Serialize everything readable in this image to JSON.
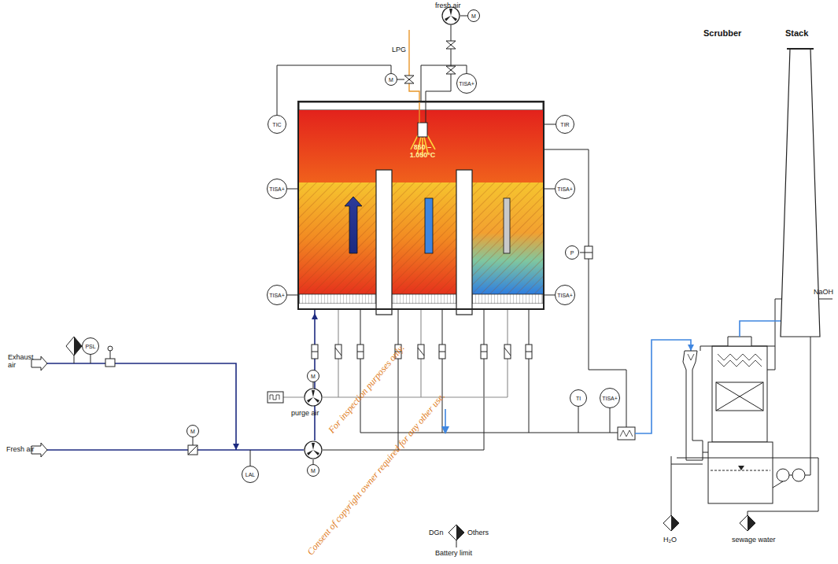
{
  "diagram": {
    "nodes": [
      {
        "text": [
          "850 – 1.050°C"
        ]
      },
      {
        "text": [
          "TIC"
        ]
      },
      {
        "text": [
          "TISA+"
        ]
      },
      {
        "text": [
          "TIR"
        ]
      },
      {
        "text": [
          "TISA+"
        ]
      },
      {
        "text": [
          "TISA+"
        ]
      },
      {
        "text": [
          "TISA+"
        ]
      },
      {
        "text": [
          "TISA+"
        ]
      },
      {
        "text": [
          "M"
        ]
      },
      {
        "text": [
          "M"
        ]
      },
      {
        "text": [
          "P"
        ]
      },
      {
        "text": [
          "M"
        ]
      },
      {
        "text": [
          "M"
        ]
      },
      {
        "text": [
          "TI"
        ]
      },
      {
        "text": [
          "TISA+"
        ]
      },
      {
        "text": [
          "M"
        ]
      },
      {
        "text": [
          "LAL"
        ]
      },
      {
        "text": [
          "PSL"
        ]
      }
    ],
    "edges": [
      {
        "from": 1,
        "to": 8,
        "arrow": "none"
      },
      {
        "from": 2,
        "to": 0,
        "arrow": "none"
      },
      {
        "from": 3,
        "to": 0,
        "arrow": "none"
      },
      {
        "from": 4,
        "to": 0,
        "arrow": "none"
      },
      {
        "from": 5,
        "to": 0,
        "arrow": "none"
      },
      {
        "from": 6,
        "to": 0,
        "arrow": "none"
      },
      {
        "from": 7,
        "to": 0,
        "arrow": "none"
      }
    ],
    "labels": [
      "fresh air",
      "LPG",
      "Scrubber",
      "Stack",
      "Exhaust air",
      "Fresh air",
      "purge air",
      "NaOH",
      "H₂O",
      "sewage water",
      "DGn",
      "Others",
      "Battery limit",
      "For inspection purposes only.",
      "Consent of copyright owner required for any other use."
    ]
  }
}
